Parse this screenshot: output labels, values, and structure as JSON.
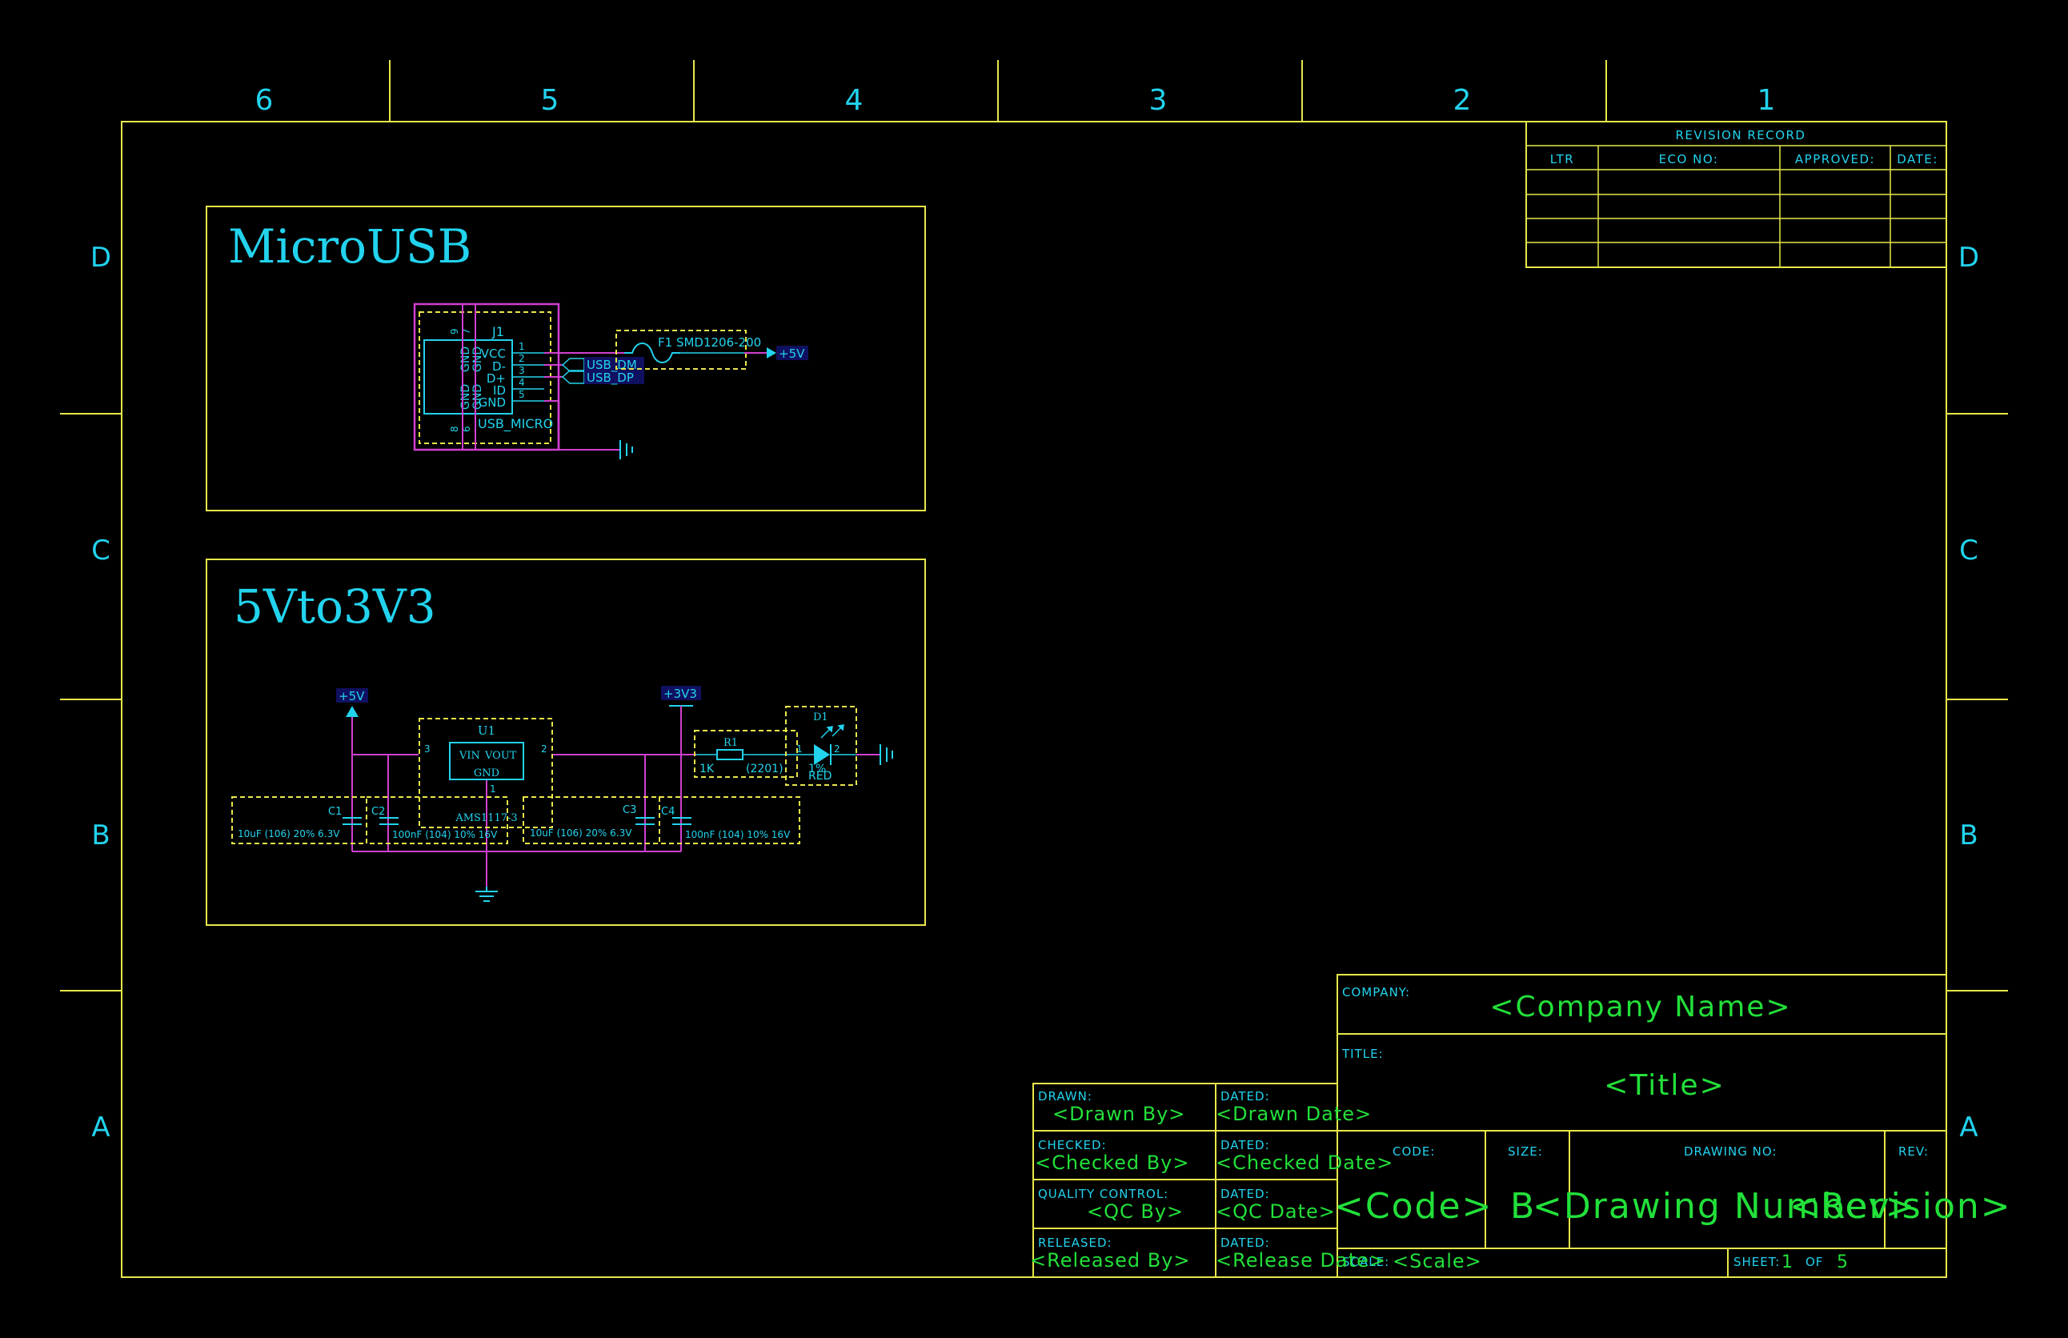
{
  "grid": {
    "columns": [
      "6",
      "5",
      "4",
      "3",
      "2",
      "1"
    ],
    "rows": [
      "D",
      "C",
      "B",
      "A"
    ]
  },
  "revision_record": {
    "title": "REVISION RECORD",
    "headers": [
      "LTR",
      "ECO NO:",
      "APPROVED:",
      "DATE:"
    ]
  },
  "blocks": {
    "microusb": {
      "title": "MicroUSB",
      "connector": {
        "ref": "J1",
        "value": "USB_MICRO",
        "pins_right": [
          "VCC",
          "D-",
          "D+",
          "ID",
          "GND"
        ],
        "pin_numbers_right": [
          "1",
          "2",
          "3",
          "4",
          "5"
        ],
        "pins_left": [
          "GND",
          "GND",
          "GND",
          "GND"
        ],
        "pin_numbers_left": [
          "9",
          "7",
          "8",
          "6"
        ]
      },
      "nets": [
        "USB_DM",
        "USB_DP"
      ],
      "fuse": "F1 SMD1206-200",
      "power": "+5V"
    },
    "regulator": {
      "title": "5Vto3V3",
      "power_in": "+5V",
      "power_out": "+3V3",
      "u1": {
        "ref": "U1",
        "value": "AMS1117-3",
        "vin": "VIN",
        "vout": "VOUT",
        "gnd": "GND",
        "pin_in": "3",
        "pin_out": "2",
        "pin_gnd": "1"
      },
      "r1": {
        "ref": "R1",
        "value": "1K",
        "extra": "(2201)",
        "tol": "1%"
      },
      "d1": {
        "ref": "D1",
        "value": "RED",
        "pin1": "1",
        "pin2": "2"
      },
      "caps": [
        {
          "ref": "C1",
          "value": "10uF (106) 20% 6.3V"
        },
        {
          "ref": "C2",
          "value": "100nF (104) 10% 16V"
        },
        {
          "ref": "C3",
          "value": "10uF (106) 20% 6.3V"
        },
        {
          "ref": "C4",
          "value": "100nF (104) 10% 16V"
        }
      ]
    }
  },
  "title_block": {
    "company_label": "COMPANY:",
    "company": "<Company Name>",
    "title_label": "TITLE:",
    "title": "<Title>",
    "code_label": "CODE:",
    "code": "<Code>",
    "size_label": "SIZE:",
    "size": "B",
    "drawing_no_label": "DRAWING NO:",
    "drawing_no": "<Drawing Number>",
    "rev_label": "REV:",
    "rev": "<Revision>",
    "scale_label": "SCALE:",
    "scale": "<Scale>",
    "sheet_label": "SHEET:",
    "sheet": "1",
    "of_label": "OF",
    "of": "5",
    "drawn_label": "DRAWN:",
    "drawn": "<Drawn By>",
    "checked_label": "CHECKED:",
    "checked": "<Checked By>",
    "qc_label": "QUALITY CONTROL:",
    "qc": "<QC By>",
    "released_label": "RELEASED:",
    "released": "<Released By>",
    "dated_label": "DATED:",
    "drawn_date": "<Drawn Date>",
    "checked_date": "<Checked Date>",
    "qc_date": "<QC Date>",
    "release_date": "<Release Date>"
  }
}
